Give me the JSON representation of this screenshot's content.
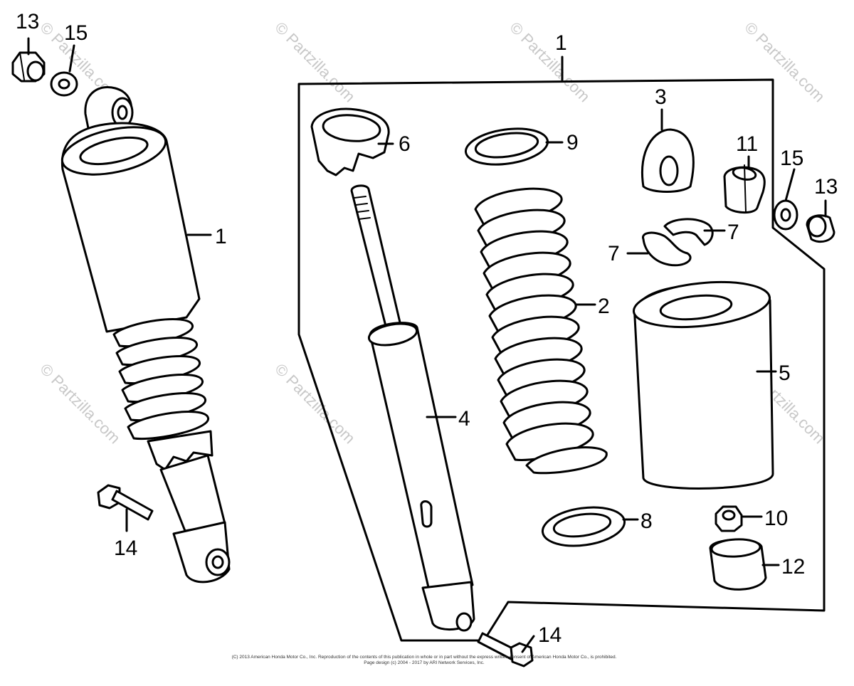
{
  "labels": [
    {
      "id": "left-13",
      "text": "13"
    },
    {
      "id": "left-15",
      "text": "15"
    },
    {
      "id": "left-1",
      "text": "1"
    },
    {
      "id": "left-14",
      "text": "14"
    },
    {
      "id": "top-1",
      "text": "1"
    },
    {
      "id": "part-6",
      "text": "6"
    },
    {
      "id": "part-9",
      "text": "9"
    },
    {
      "id": "part-3",
      "text": "3"
    },
    {
      "id": "part-11",
      "text": "11"
    },
    {
      "id": "right-15",
      "text": "15"
    },
    {
      "id": "right-13",
      "text": "13"
    },
    {
      "id": "part-7a",
      "text": "7"
    },
    {
      "id": "part-7b",
      "text": "7"
    },
    {
      "id": "part-2",
      "text": "2"
    },
    {
      "id": "part-5",
      "text": "5"
    },
    {
      "id": "part-4",
      "text": "4"
    },
    {
      "id": "part-8",
      "text": "8"
    },
    {
      "id": "part-10",
      "text": "10"
    },
    {
      "id": "part-12",
      "text": "12"
    },
    {
      "id": "bottom-14",
      "text": "14"
    }
  ],
  "watermark": {
    "text": "© Partzilla.com"
  },
  "footer": {
    "line1": "(C) 2013 American Honda Motor Co., Inc. Reproduction of the contents of this publication in whole or in part without the express written consent of American Honda Motor Co., is prohibited.",
    "line2": "Page design (c) 2004 - 2017 by ARI Network Services, Inc."
  },
  "colors": {
    "ink": "#000000",
    "watermark": "#c8c8c8",
    "background": "#ffffff"
  }
}
